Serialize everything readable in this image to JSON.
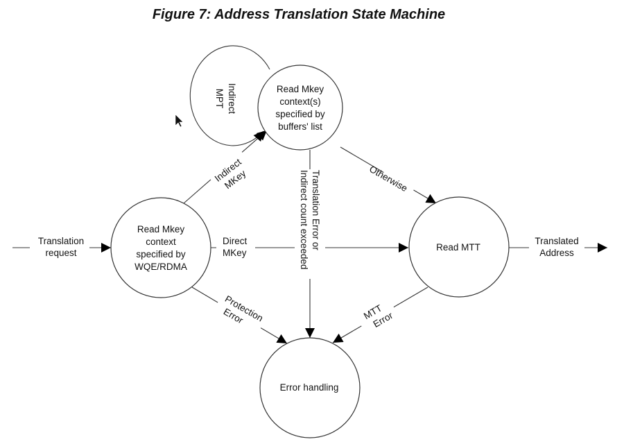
{
  "figure": {
    "title": "Figure 7: Address Translation State Machine"
  },
  "states": {
    "read_mkey_wqe": [
      "Read Mkey",
      "context",
      "specified by",
      "WQE/RDMA"
    ],
    "read_mkey_buffers": [
      "Read Mkey",
      "context(s)",
      "specified by",
      "buffers' list"
    ],
    "indirect_mpt": [
      "Indirect",
      "MPT"
    ],
    "read_mtt": [
      "Read MTT"
    ],
    "error_handling": [
      "Error handling"
    ]
  },
  "transitions": {
    "translation_request": [
      "Translation",
      "request"
    ],
    "indirect_mkey": [
      "Indirect",
      "MKey"
    ],
    "direct_mkey": [
      "Direct",
      "MKey"
    ],
    "otherwise": [
      "Otherwise"
    ],
    "translated_address": [
      "Translated",
      "Address"
    ],
    "translation_error": [
      "Translation Error or",
      "Indirect count exceeded"
    ],
    "protection_error": [
      "Protection",
      "Error"
    ],
    "mtt_error": [
      "MTT",
      "Error"
    ]
  },
  "colors": {
    "stroke": "#333333",
    "text": "#111111",
    "background": "#ffffff"
  }
}
